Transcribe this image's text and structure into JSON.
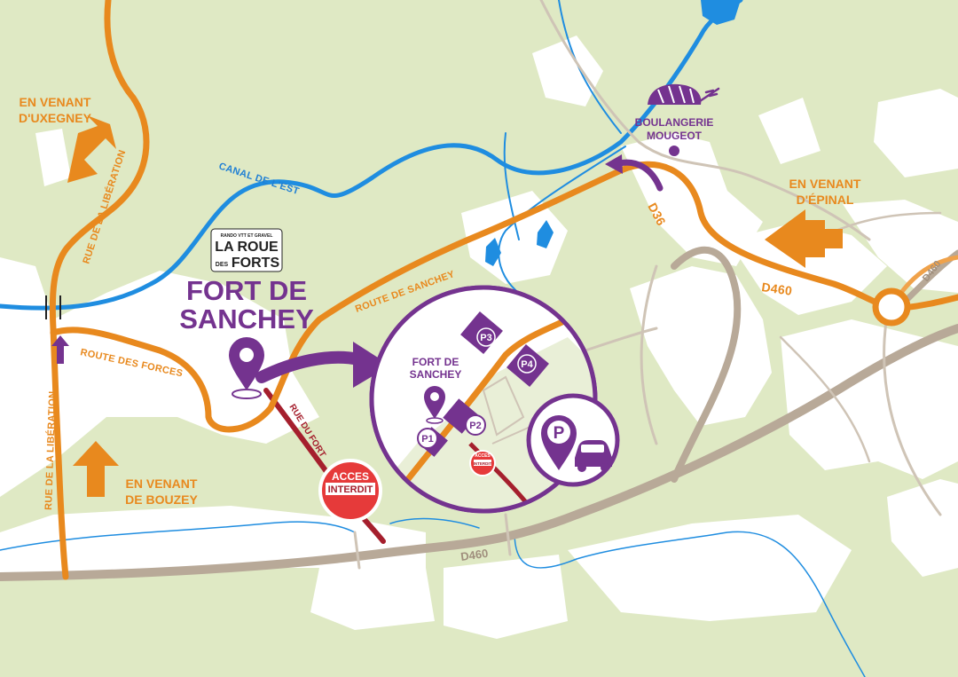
{
  "map": {
    "directions": [
      {
        "id": "uxegney",
        "line1": "EN VENANT",
        "line2": "D'UXEGNEY"
      },
      {
        "id": "epinal",
        "line1": "EN VENANT",
        "line2": "D'ÉPINAL"
      },
      {
        "id": "bouzey",
        "line1": "EN VENANT",
        "line2": "DE BOUZEY"
      }
    ],
    "roads": {
      "rue_liberation": "RUE DE LA LIBÉRATION",
      "route_forces": "ROUTE DES FORCES",
      "route_sanchey": "ROUTE DE SANCHEY",
      "canal": "CANAL DE L'EST",
      "d36": "D36",
      "d460": "D460",
      "rue_fort": "RUE DU FORT"
    },
    "logo": {
      "tagline": "RANDO VTT ET GRAVEL",
      "line1": "LA ROUE",
      "prefix": "DES",
      "line2": "FORTS"
    },
    "fort": {
      "line1": "FORT DE",
      "line2": "SANCHEY"
    },
    "boulangerie": {
      "line1": "BOULANGERIE",
      "line2": "MOUGEOT"
    },
    "parkings": [
      "P1",
      "P2",
      "P3",
      "P4"
    ],
    "parking_symbol": "P",
    "sign": {
      "line1": "ACCES",
      "line2": "INTERDIT"
    },
    "colors": {
      "background": "#dfe9c4",
      "urban": "#ffffff",
      "orange_road": "#e8891e",
      "grey_road": "#b8a998",
      "water": "#1f8de0",
      "purple": "#74338f",
      "red": "#a51f2d"
    },
    "icons": [
      "location-pin-icon",
      "parking-car-icon",
      "no-entry-sign-icon",
      "bread-icon",
      "arrow-icon",
      "roundabout-icon"
    ]
  }
}
